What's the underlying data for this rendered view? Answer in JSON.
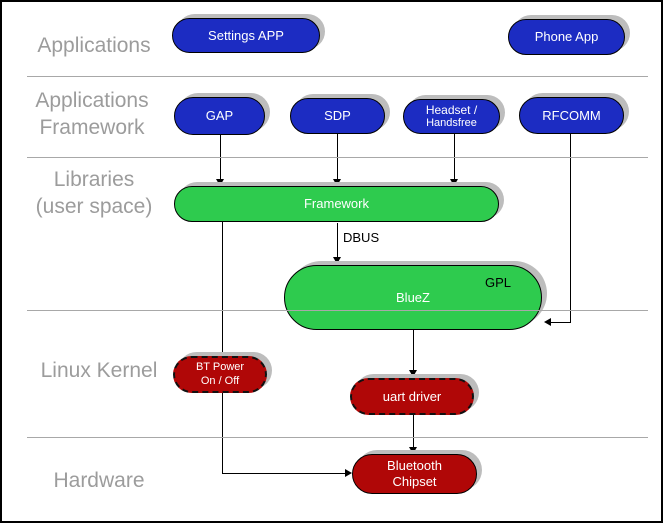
{
  "layers": {
    "applications": {
      "line1": "Applications"
    },
    "applications_framework": {
      "line1": "Applications",
      "line2": "Framework"
    },
    "libraries": {
      "line1": "Libraries",
      "line2": "(user space)"
    },
    "linux_kernel": {
      "line1": "Linux Kernel"
    },
    "hardware": {
      "line1": "Hardware"
    }
  },
  "nodes": {
    "settings_app": {
      "label": "Settings APP"
    },
    "phone_app": {
      "label": "Phone App"
    },
    "gap": {
      "label": "GAP"
    },
    "sdp": {
      "label": "SDP"
    },
    "headset": {
      "line1": "Headset /",
      "line2": "Handsfree"
    },
    "rfcomm": {
      "label": "RFCOMM"
    },
    "framework": {
      "label": "Framework"
    },
    "bluez": {
      "label": "BlueZ",
      "badge": "GPL"
    },
    "bt_power": {
      "line1": "BT Power",
      "line2": "On / Off"
    },
    "uart_driver": {
      "label": "uart driver"
    },
    "bluetooth_chipset": {
      "line1": "Bluetooth",
      "line2": "Chipset"
    }
  },
  "connectors": {
    "dbus_label": "DBUS"
  },
  "colors": {
    "app_blue": "#1c2cc2",
    "lib_green": "#2ecb4e",
    "kernel_red": "#b00707",
    "shadow_gray": "#bdbdbd",
    "label_gray": "#9c9c9c",
    "separator_gray": "#a8a8a8"
  }
}
